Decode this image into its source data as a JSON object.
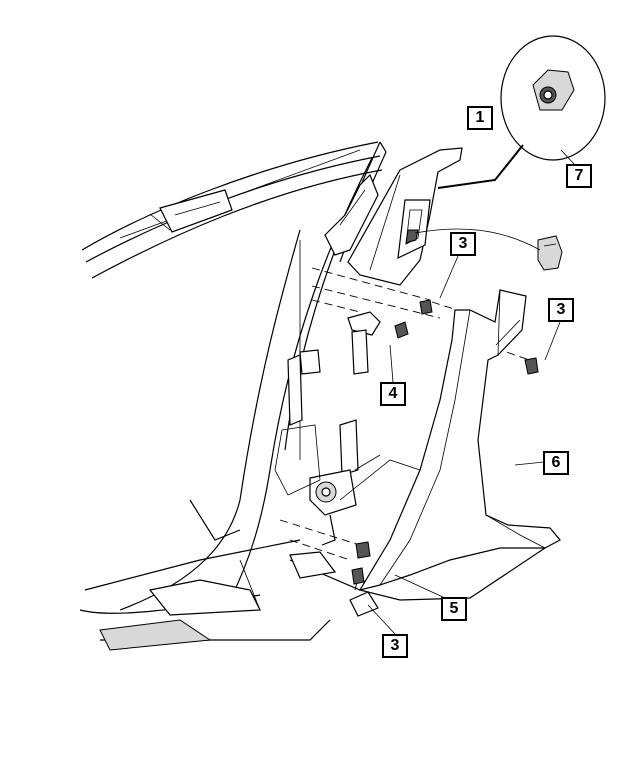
{
  "diagram": {
    "callouts": [
      {
        "id": "callout-1",
        "label": "1"
      },
      {
        "id": "callout-7",
        "label": "7"
      },
      {
        "id": "callout-3a",
        "label": "3"
      },
      {
        "id": "callout-3b",
        "label": "3"
      },
      {
        "id": "callout-4",
        "label": "4"
      },
      {
        "id": "callout-6",
        "label": "6"
      },
      {
        "id": "callout-5",
        "label": "5"
      },
      {
        "id": "callout-3c",
        "label": "3"
      }
    ]
  }
}
